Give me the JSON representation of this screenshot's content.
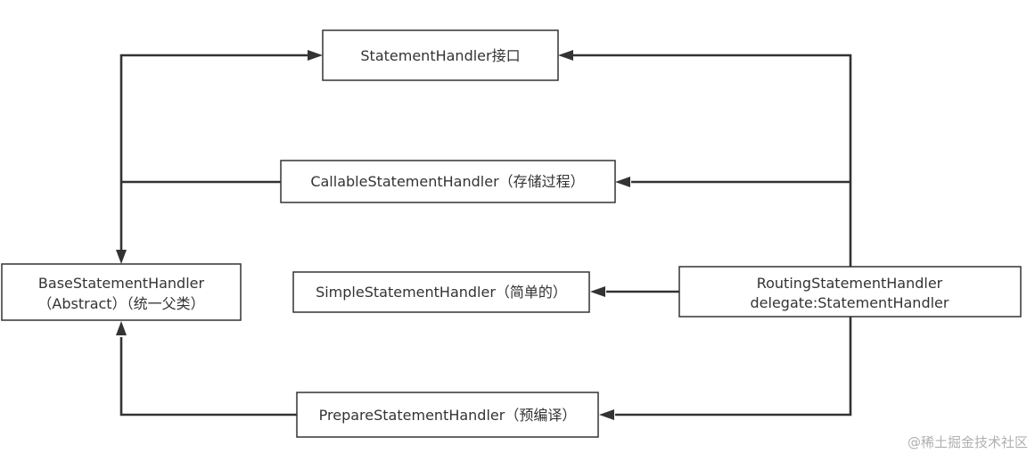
{
  "nodes": {
    "statement_handler": {
      "label": "StatementHandler接口"
    },
    "callable_handler": {
      "label": "CallableStatementHandler（存储过程）"
    },
    "base_handler": {
      "line1": "BaseStatementHandler",
      "line2": "（Abstract）（统一父类）"
    },
    "simple_handler": {
      "label": "SimpleStatementHandler（简单的）"
    },
    "routing_handler": {
      "line1": "RoutingStatementHandler",
      "line2": "delegate:StatementHandler"
    },
    "prepare_handler": {
      "label": "PrepareStatementHandler（预编译）"
    }
  },
  "edges": [
    {
      "from": "base_handler",
      "to": "statement_handler"
    },
    {
      "from": "callable_handler",
      "to": "base_handler"
    },
    {
      "from": "prepare_handler",
      "to": "base_handler"
    },
    {
      "from": "routing_handler",
      "to": "statement_handler"
    },
    {
      "from": "routing_handler",
      "to": "callable_handler"
    },
    {
      "from": "routing_handler",
      "to": "simple_handler"
    },
    {
      "from": "routing_handler",
      "to": "prepare_handler"
    }
  ],
  "watermark": "@稀土掘金技术社区",
  "colors": {
    "line": "#333333",
    "watermark": "#b0b0b0",
    "background": "#ffffff"
  }
}
